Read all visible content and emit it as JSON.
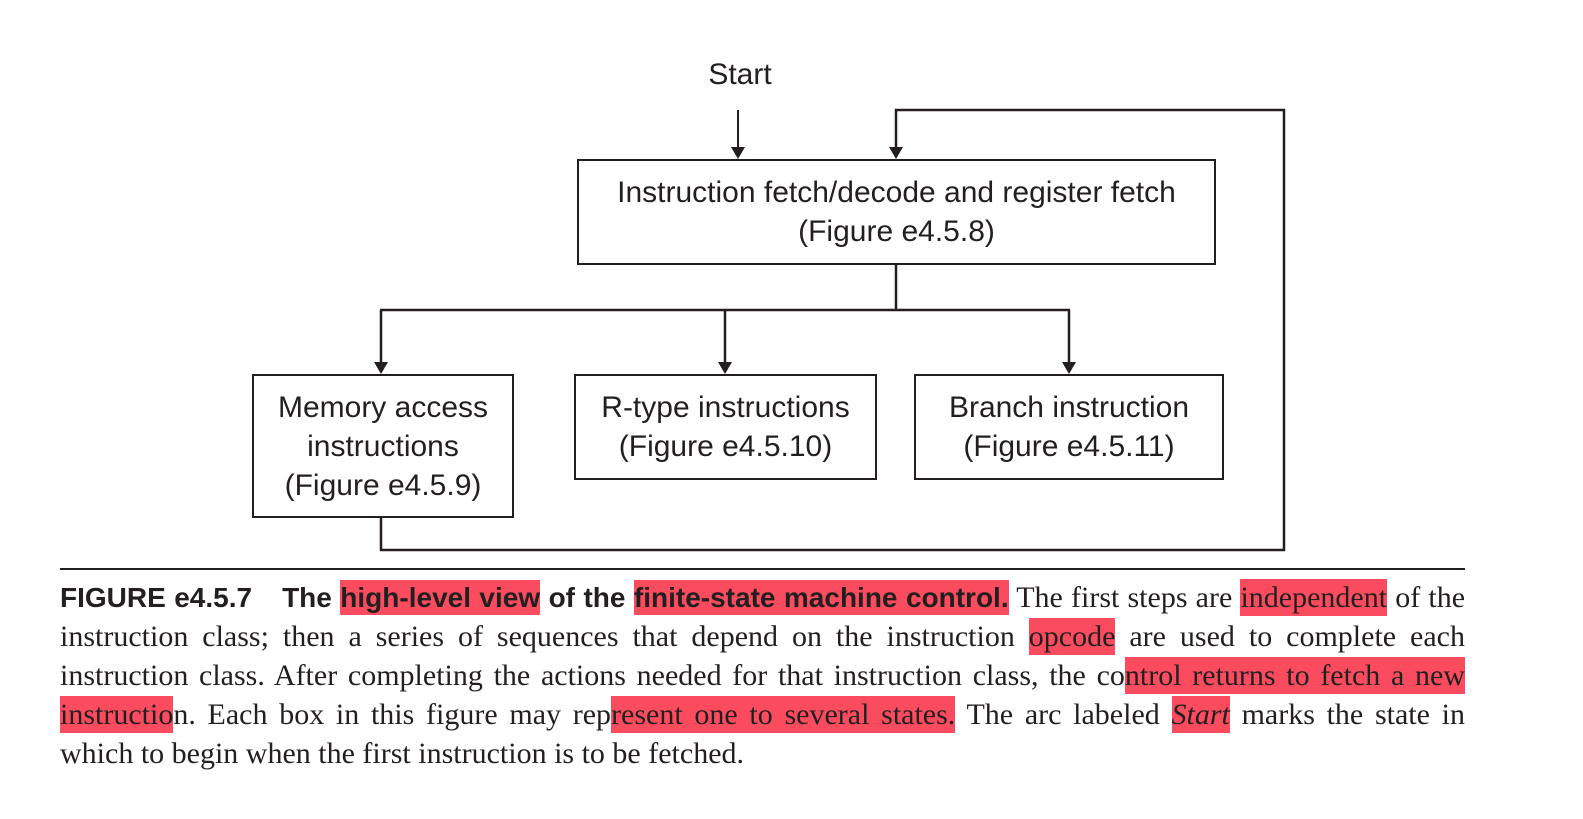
{
  "diagram": {
    "start_label": "Start",
    "boxes": {
      "fetch": [
        "Instruction fetch/decode and register fetch",
        "(Figure e4.5.8)"
      ],
      "memory": [
        "Memory access",
        "instructions",
        "(Figure e4.5.9)"
      ],
      "rtype": [
        "R-type instructions",
        "(Figure e4.5.10)"
      ],
      "branch": [
        "Branch instruction",
        "(Figure e4.5.11)"
      ]
    }
  },
  "caption": {
    "figure_number": "FIGURE e4.5.7",
    "title_part1": "The ",
    "title_hl1": "high-level view",
    "title_part2": " of the ",
    "title_hl2": "finite-state machine control.",
    "t1": " The first steps are ",
    "h1": "independent",
    "t2": " of the instruction class; then a series of sequences that depend on the instruction ",
    "h2": "opcode",
    "t3": " are used to complete each instruction class. After completing the actions needed for that instruction class, the co",
    "h3": "ntrol returns to fetch a new instructio",
    "t4": "n. Each box in this figure may rep",
    "h4": "resent one to several states.",
    "t5": " The arc labeled ",
    "h5": "Start",
    "t6": " marks the state in which to begin when the first instruction is to be fetched."
  },
  "colors": {
    "ink": "#231f20",
    "highlight": "#fb4b5e"
  }
}
